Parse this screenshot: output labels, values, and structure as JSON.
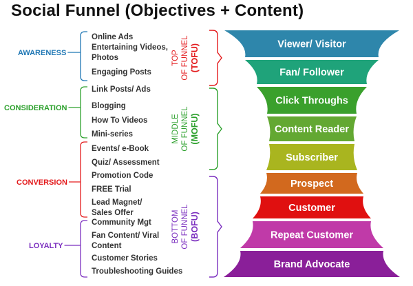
{
  "title": "Social Funnel (Objectives + Content)",
  "stages": [
    {
      "label": "AWARENESS",
      "color": "#1f77b4",
      "items": [
        [
          "Online Ads"
        ],
        [
          "Entertaining Videos,",
          "Photos"
        ],
        [
          "Engaging Posts"
        ]
      ]
    },
    {
      "label": "CONSIDERATION",
      "color": "#2ca02c",
      "items": [
        [
          "Link Posts/ Ads"
        ],
        [
          "Blogging"
        ],
        [
          "How To Videos"
        ],
        [
          "Mini-series"
        ]
      ]
    },
    {
      "label": "CONVERSION",
      "color": "#e31a1c",
      "items": [
        [
          "Events/ e-Book"
        ],
        [
          "Quiz/ Assessment"
        ],
        [
          "Promotion Code"
        ],
        [
          "FREE Trial"
        ],
        [
          "Lead Magnet/",
          "Sales Offer"
        ]
      ]
    },
    {
      "label": "LOYALTY",
      "color": "#7b2fbf",
      "items": [
        [
          "Community Mgt"
        ],
        [
          "Fan Content/ Viral",
          "Content"
        ],
        [
          "Customer Stories"
        ],
        [
          "Troubleshooting Guides"
        ]
      ]
    }
  ],
  "highlighted_item_color": "#e31a1c",
  "funnel_sections": [
    {
      "line1": "TOP",
      "line2": "OF FUNNEL",
      "abbr": "(TOFU)",
      "color": "#e31a1c"
    },
    {
      "line1": "MIDDLE",
      "line2": "OF FUNNEL",
      "abbr": "(MOFU)",
      "color": "#2ca02c"
    },
    {
      "line1": "BOTTOM",
      "line2": "OF FUNNEL",
      "abbr": "(BOFU)",
      "color": "#7b2fbf"
    }
  ],
  "bands": [
    {
      "label": "Viewer/ Visitor",
      "color": "#2e86ab"
    },
    {
      "label": "Fan/ Follower",
      "color": "#1fa37a"
    },
    {
      "label": "Click Throughs",
      "color": "#3aa02c"
    },
    {
      "label": "Content Reader",
      "color": "#63a832"
    },
    {
      "label": "Subscriber",
      "color": "#a9b51f"
    },
    {
      "label": "Prospect",
      "color": "#d2691e"
    },
    {
      "label": "Customer",
      "color": "#e01010"
    },
    {
      "label": "Repeat Customer",
      "color": "#c03aa8"
    },
    {
      "label": "Brand Advocate",
      "color": "#8a1f99"
    }
  ]
}
